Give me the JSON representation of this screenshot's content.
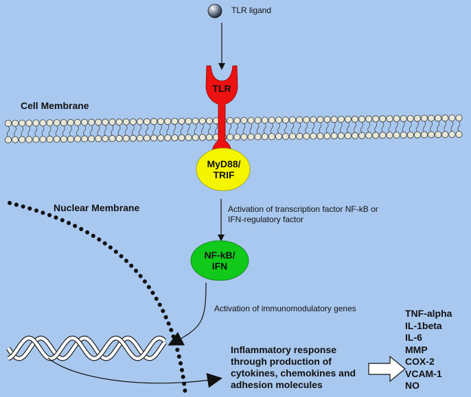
{
  "ligand_label": "TLR ligand",
  "receptor_label": "TLR",
  "cell_membrane_label": "Cell Membrane",
  "adaptor": {
    "line1": "MyD88/",
    "line2": "TRIF"
  },
  "nuclear_membrane_label": "Nuclear Membrane",
  "activation_tf": {
    "line1": "Activation of transcription factor NF-kB or",
    "line2": "IFN-regulatory factor"
  },
  "nfkb": {
    "line1": "NF-kB/",
    "line2": "IFN"
  },
  "activation_genes": "Activation of immunomodulatory genes",
  "response": {
    "line1": "Inflammatory response",
    "line2": "through production of",
    "line3": "cytokines, chemokines and",
    "line4": "adhesion molecules"
  },
  "products": [
    "TNF-alpha",
    "IL-1beta",
    "IL-6",
    "MMP",
    "COX-2",
    "VCAM-1",
    "NO"
  ],
  "colors": {
    "background": "#a9c8ef",
    "tlr": "#ee1111",
    "adaptor": "#f5f500",
    "nfkb": "#11c91a",
    "membrane_bead": "#e8e8d8"
  }
}
